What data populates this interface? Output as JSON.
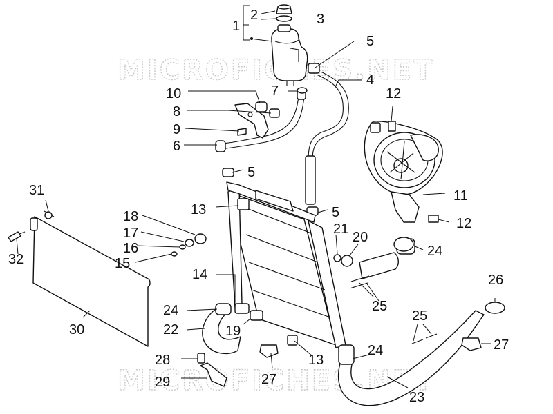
{
  "watermark": "MICROFICHES.NET",
  "callouts": {
    "c1": "1",
    "c2": "2",
    "c3": "3",
    "c4": "4",
    "c5a": "5",
    "c5b": "5",
    "c5c": "5",
    "c6": "6",
    "c7": "7",
    "c8": "8",
    "c9": "9",
    "c10": "10",
    "c11": "11",
    "c12a": "12",
    "c12b": "12",
    "c13a": "13",
    "c13b": "13",
    "c14": "14",
    "c15": "15",
    "c16": "16",
    "c17": "17",
    "c18": "18",
    "c19": "19",
    "c20": "20",
    "c21": "21",
    "c22": "22",
    "c23": "23",
    "c24a": "24",
    "c24b": "24",
    "c24c": "24",
    "c25a": "25",
    "c25b": "25",
    "c26": "26",
    "c27a": "27",
    "c27b": "27",
    "c28": "28",
    "c29": "29",
    "c30": "30",
    "c31": "31",
    "c32": "32"
  }
}
